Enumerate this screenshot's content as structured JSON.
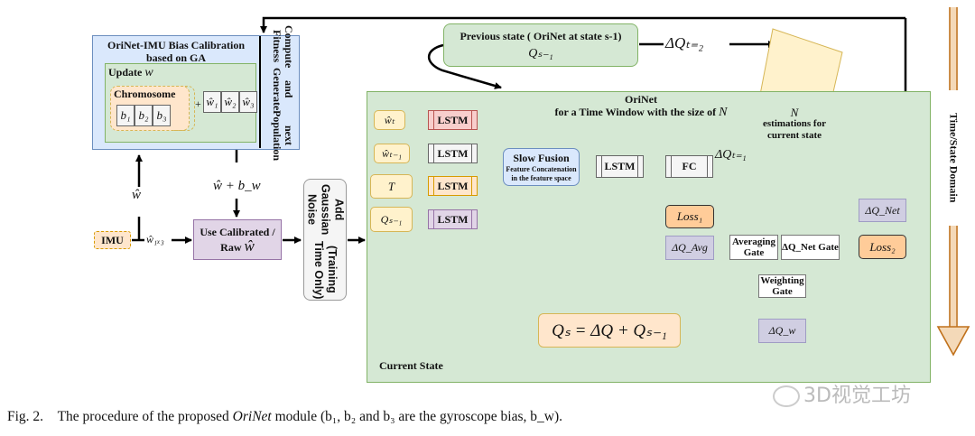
{
  "calibration": {
    "title_line1": "OriNet-IMU Bias Calibration",
    "title_line2": "based on GA",
    "side_label_line1": "Compute Fitness",
    "side_label_line2": "and Generate",
    "side_label_line3": "next Population",
    "update_label": "Update ",
    "update_symbol": "w",
    "chromosome_label": "Chromosome",
    "chromosome_cells": [
      "b₁",
      "b₂",
      "b₃"
    ],
    "plus": "+",
    "omega_cells": [
      "ŵ₁",
      "ŵ₂",
      "ŵ₃"
    ]
  },
  "imu": {
    "label": "IMU",
    "output_label": "ŵ₁ₓ₃",
    "up_label": "ŵ"
  },
  "use_calibrated": {
    "line1": "Use Calibrated /",
    "line2": "Raw ",
    "symbol": "ŵ",
    "input_label": "ŵ + b_w"
  },
  "noise": {
    "line1": "Add Gaussian Noise",
    "line2": "(Training Time Only)"
  },
  "previous_state": {
    "title": "Previous state ( OriNet at state s-1)",
    "symbol": "Qₛ₋₁",
    "delta_label": "ΔQₜ₌₂"
  },
  "orinet": {
    "title_line1": "OriNet",
    "title_line2": "for a Time Window with the size of ",
    "window_symbol": "N",
    "footer": "Current State",
    "inputs": [
      "ŵₜ",
      "ŵₜ₋₁",
      "T",
      "Qₛ₋₁"
    ],
    "lstm_label": "LSTM",
    "slow_fusion_title": "Slow Fusion",
    "slow_fusion_sub1": "Feature Concatenation",
    "slow_fusion_sub2": "in the feature space",
    "lstm2_label": "LSTM",
    "fc_label": "FC",
    "delta_t1": "ΔQₜ₌₁",
    "estimations_symbol": "N",
    "estimations_line1": "estimations for",
    "estimations_line2": "current state",
    "loss1": "Loss₁",
    "loss2": "Loss₂",
    "delta_avg": "ΔQ_Avg",
    "averaging_gate_line1": "Averaging",
    "averaging_gate_line2": "Gate",
    "net_gate": "ΔQ_Net Gate",
    "delta_net": "ΔQ_Net",
    "weighting_gate_line1": "Weighting",
    "weighting_gate_line2": "Gate",
    "delta_w": "ΔQ_w",
    "equation": "Qₛ = ΔQ + Qₛ₋₁"
  },
  "time_domain": {
    "label": "Time/State Domain"
  },
  "watermark": "3D视觉工坊",
  "caption": {
    "prefix": "Fig. 2.",
    "text1": "The procedure of the proposed ",
    "name": "OriNet",
    "text2": " module (b₁, b₂ and b₃ are the gyroscope bias, b_w)."
  },
  "colors": {
    "lstm_red": "#f8cecc",
    "lstm_grey": "#f5f5f5",
    "lstm_orange": "#ffe6cc",
    "lstm_purple": "#e1d5e7",
    "green_fill": "#d5e8d4",
    "blue_fill": "#dae8fc",
    "time_arrow": "#c0711b"
  }
}
